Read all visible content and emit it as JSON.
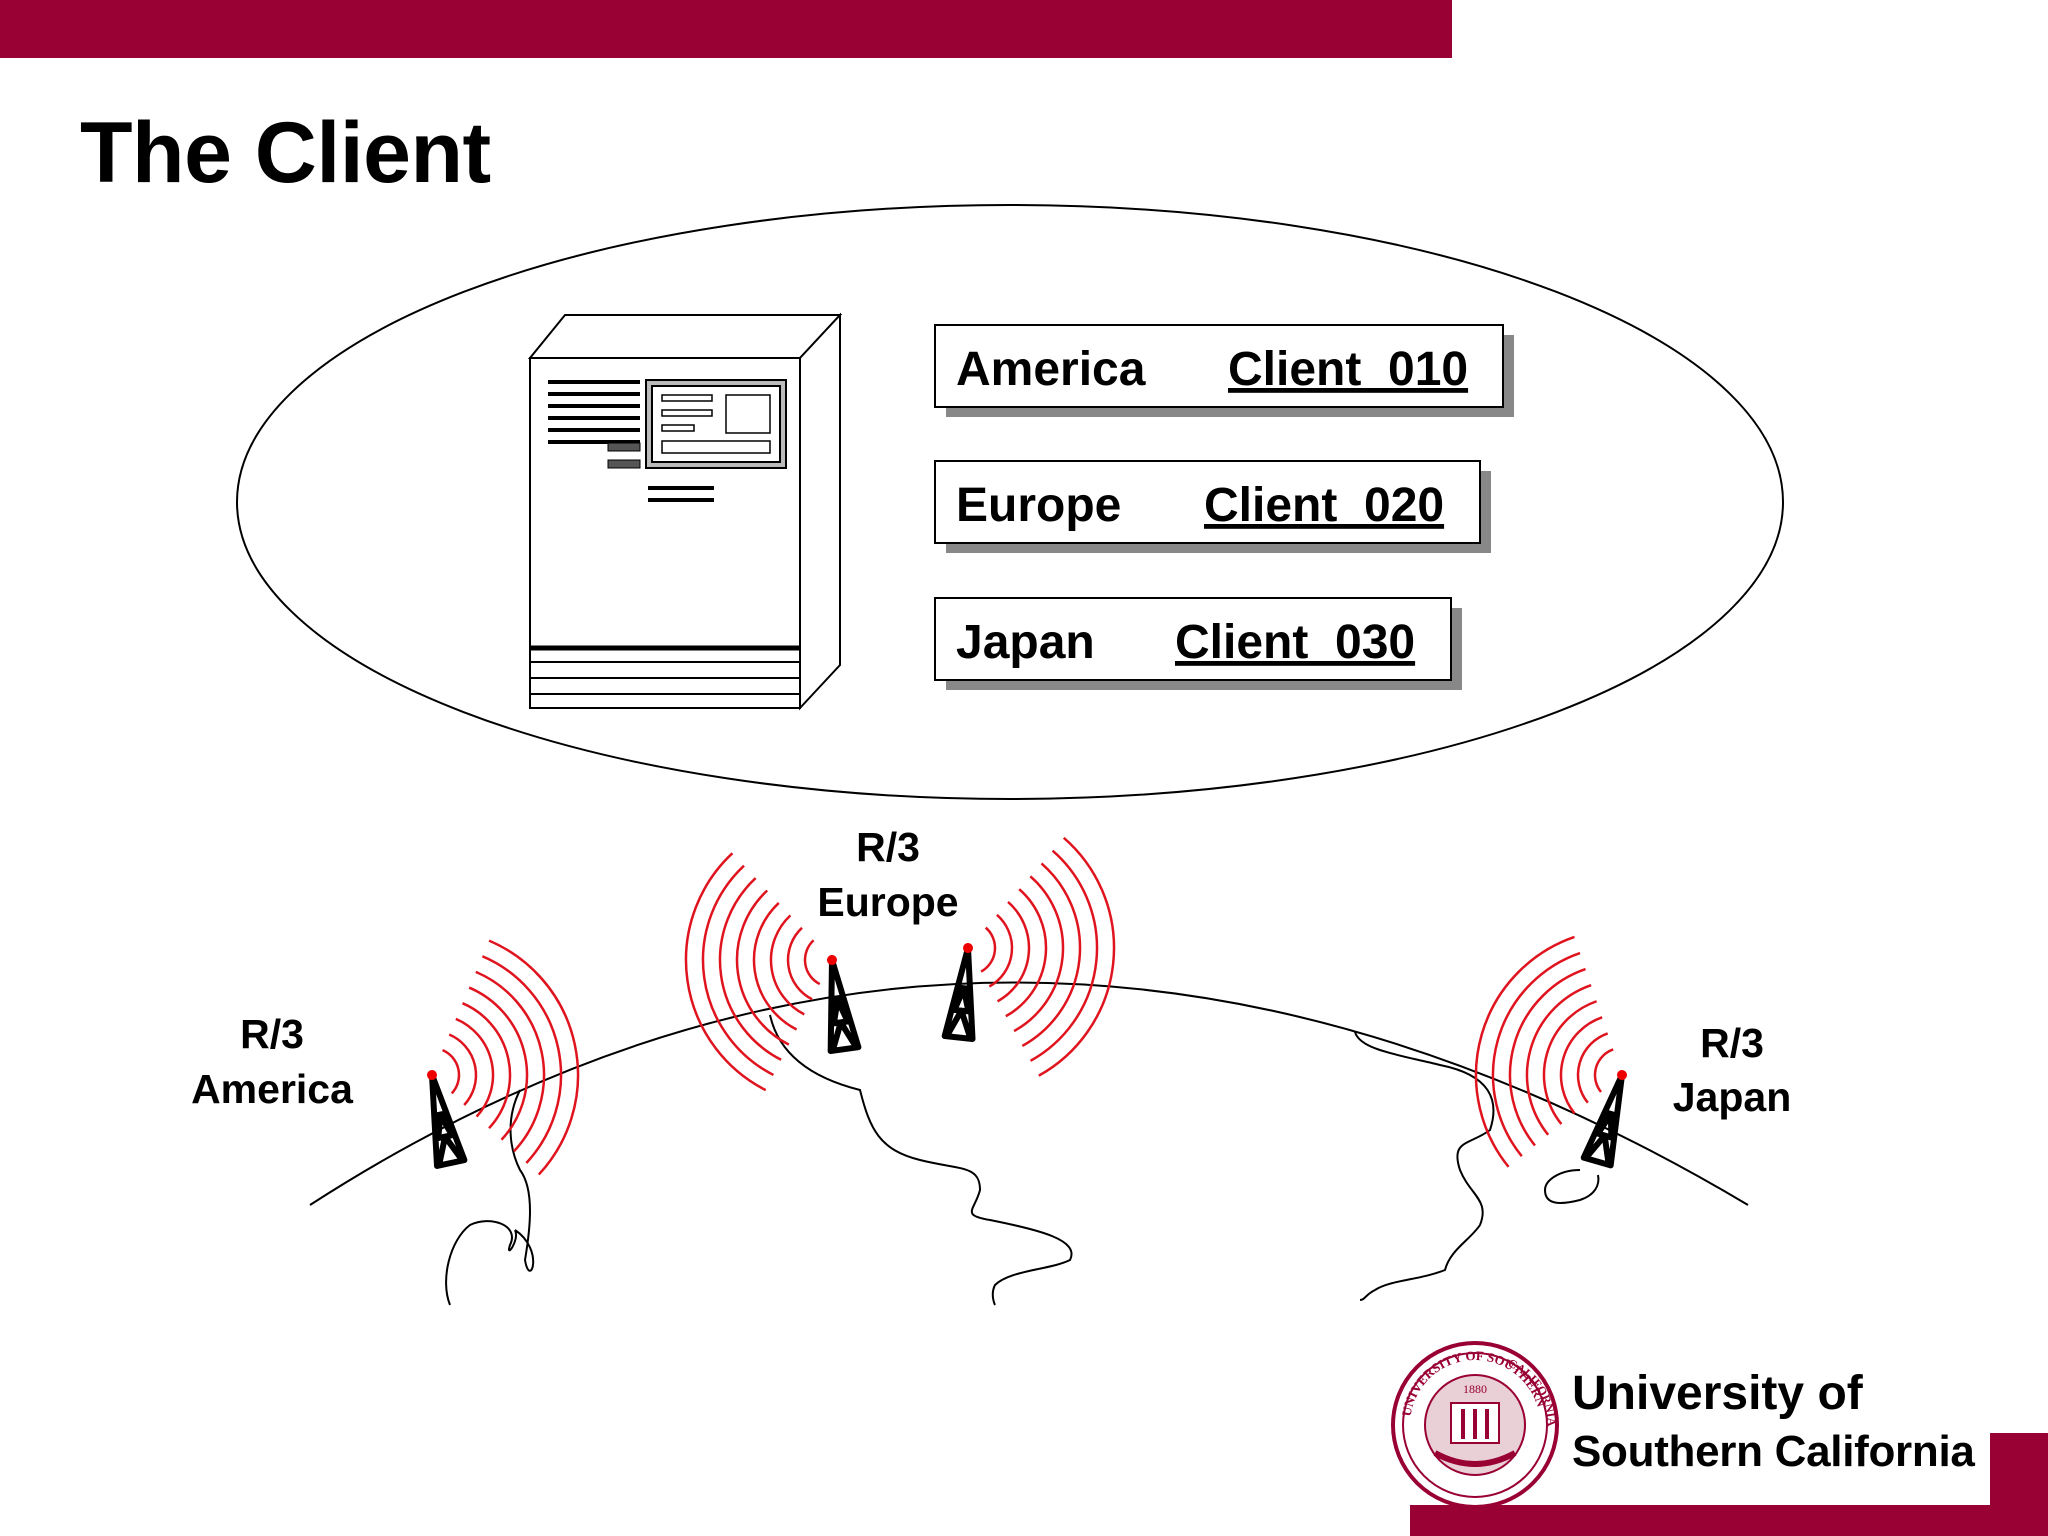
{
  "slide": {
    "title": "The Client",
    "accent_color": "#990033",
    "clients": [
      {
        "region": "America",
        "code": "Client  010"
      },
      {
        "region": "Europe",
        "code": "Client  020"
      },
      {
        "region": "Japan",
        "code": "Client  030"
      }
    ],
    "sites": [
      {
        "system": "R/3",
        "region": "America"
      },
      {
        "system": "R/3",
        "region": "Europe"
      },
      {
        "system": "R/3",
        "region": "Japan"
      }
    ],
    "server_icon": "server-tower-icon",
    "tower_icon": "radio-tower-icon",
    "university": {
      "line1": "University of",
      "line2": "Southern California",
      "seal_icon": "university-seal-icon",
      "seal_top": "UNIVERSITY OF SOUTHERN",
      "seal_right": "CALIFORNIA",
      "seal_year": "1880"
    }
  }
}
